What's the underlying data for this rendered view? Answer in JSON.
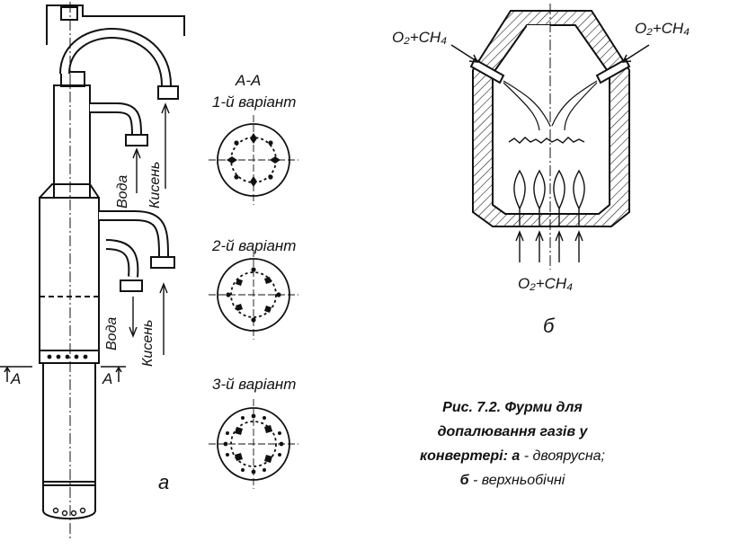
{
  "section_label": "A-A",
  "variants": [
    "1-й варіант",
    "2-й варіант",
    "3-й варіант"
  ],
  "flows": {
    "water": "Вода",
    "oxygen": "Кисень"
  },
  "section_mark": "A",
  "figure_a_letter": "а",
  "figure_b_letter": "б",
  "gas_label": "O₂+CH₄",
  "caption": {
    "title_line1": "Рис. 7.2. Фурми для",
    "title_line2": "допалювання газів у",
    "title_line3": "конвертері:",
    "a_letter": "а",
    "a_text": " - двоярусна;",
    "b_letter": "б",
    "b_text": " - верхньобічні"
  }
}
